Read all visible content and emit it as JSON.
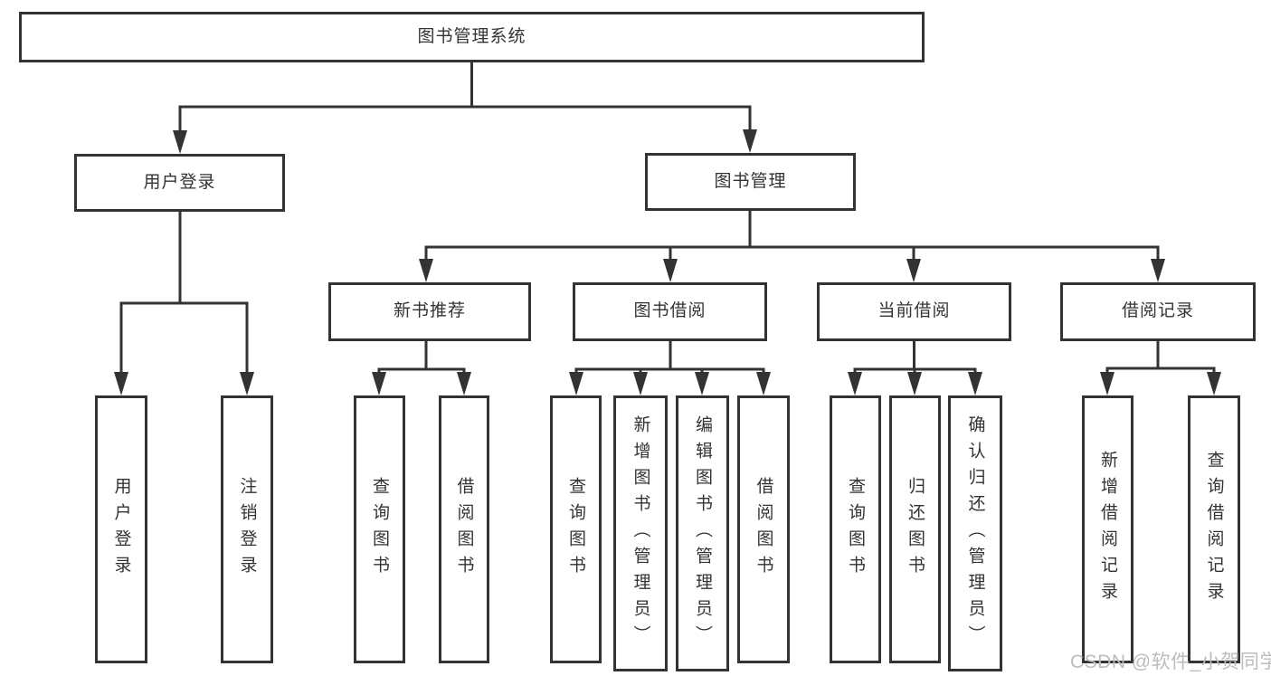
{
  "diagram": {
    "root": {
      "label": "图书管理系统"
    },
    "level2": [
      {
        "label": "用户登录"
      },
      {
        "label": "图书管理"
      }
    ],
    "level3": [
      {
        "label": "新书推荐",
        "parent": "图书管理"
      },
      {
        "label": "图书借阅",
        "parent": "图书管理"
      },
      {
        "label": "当前借阅",
        "parent": "图书管理"
      },
      {
        "label": "借阅记录",
        "parent": "图书管理"
      }
    ],
    "leaves": [
      {
        "label": "用户登录",
        "parent": "用户登录"
      },
      {
        "label": "注销登录",
        "parent": "用户登录"
      },
      {
        "label": "查询图书",
        "parent": "新书推荐"
      },
      {
        "label": "借阅图书",
        "parent": "新书推荐"
      },
      {
        "label": "查询图书",
        "parent": "图书借阅"
      },
      {
        "label": "新增图书（管理员）",
        "parent": "图书借阅"
      },
      {
        "label": "编辑图书（管理员）",
        "parent": "图书借阅"
      },
      {
        "label": "借阅图书",
        "parent": "图书借阅"
      },
      {
        "label": "查询图书",
        "parent": "当前借阅"
      },
      {
        "label": "归还图书",
        "parent": "当前借阅"
      },
      {
        "label": "确认归还（管理员）",
        "parent": "当前借阅"
      },
      {
        "label": "新增借阅记录",
        "parent": "借阅记录"
      },
      {
        "label": "查询借阅记录",
        "parent": "借阅记录"
      }
    ]
  },
  "watermark": {
    "text": "CSDN @软件_小贺同学"
  },
  "colors": {
    "line": "#333333",
    "text": "#333333",
    "background": "#ffffff",
    "watermark": "#bcbcbc"
  }
}
